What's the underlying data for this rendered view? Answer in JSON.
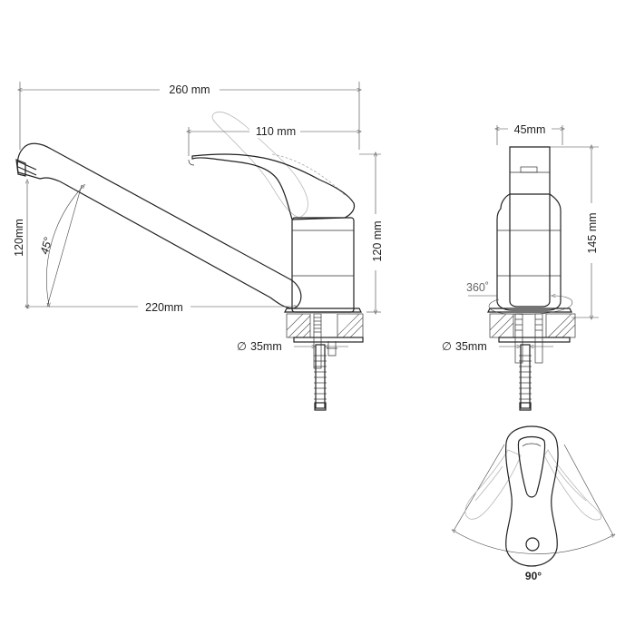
{
  "dimensions": {
    "total_width": "260 mm",
    "handle_length": "110 mm",
    "spout_reach": "220mm",
    "spout_height": "120mm",
    "body_height": "120 mm",
    "side_width": "45mm",
    "side_height": "145 mm",
    "rotation": "360˚",
    "spout_angle": "45°",
    "diameter_front": "35mm",
    "diameter_side": "35mm",
    "handle_swing": "90°"
  },
  "symbols": {
    "diameter": "∅"
  }
}
